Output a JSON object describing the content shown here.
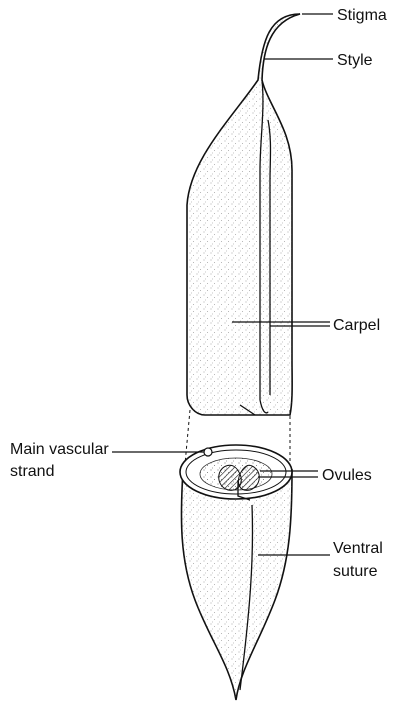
{
  "diagram": {
    "labels": {
      "stigma": "Stigma",
      "style": "Style",
      "carpel": "Carpel",
      "main_vascular_line1": "Main vascular",
      "main_vascular_line2": "strand",
      "ovules": "Ovules",
      "ventral_line1": "Ventral",
      "ventral_line2": "suture"
    }
  }
}
